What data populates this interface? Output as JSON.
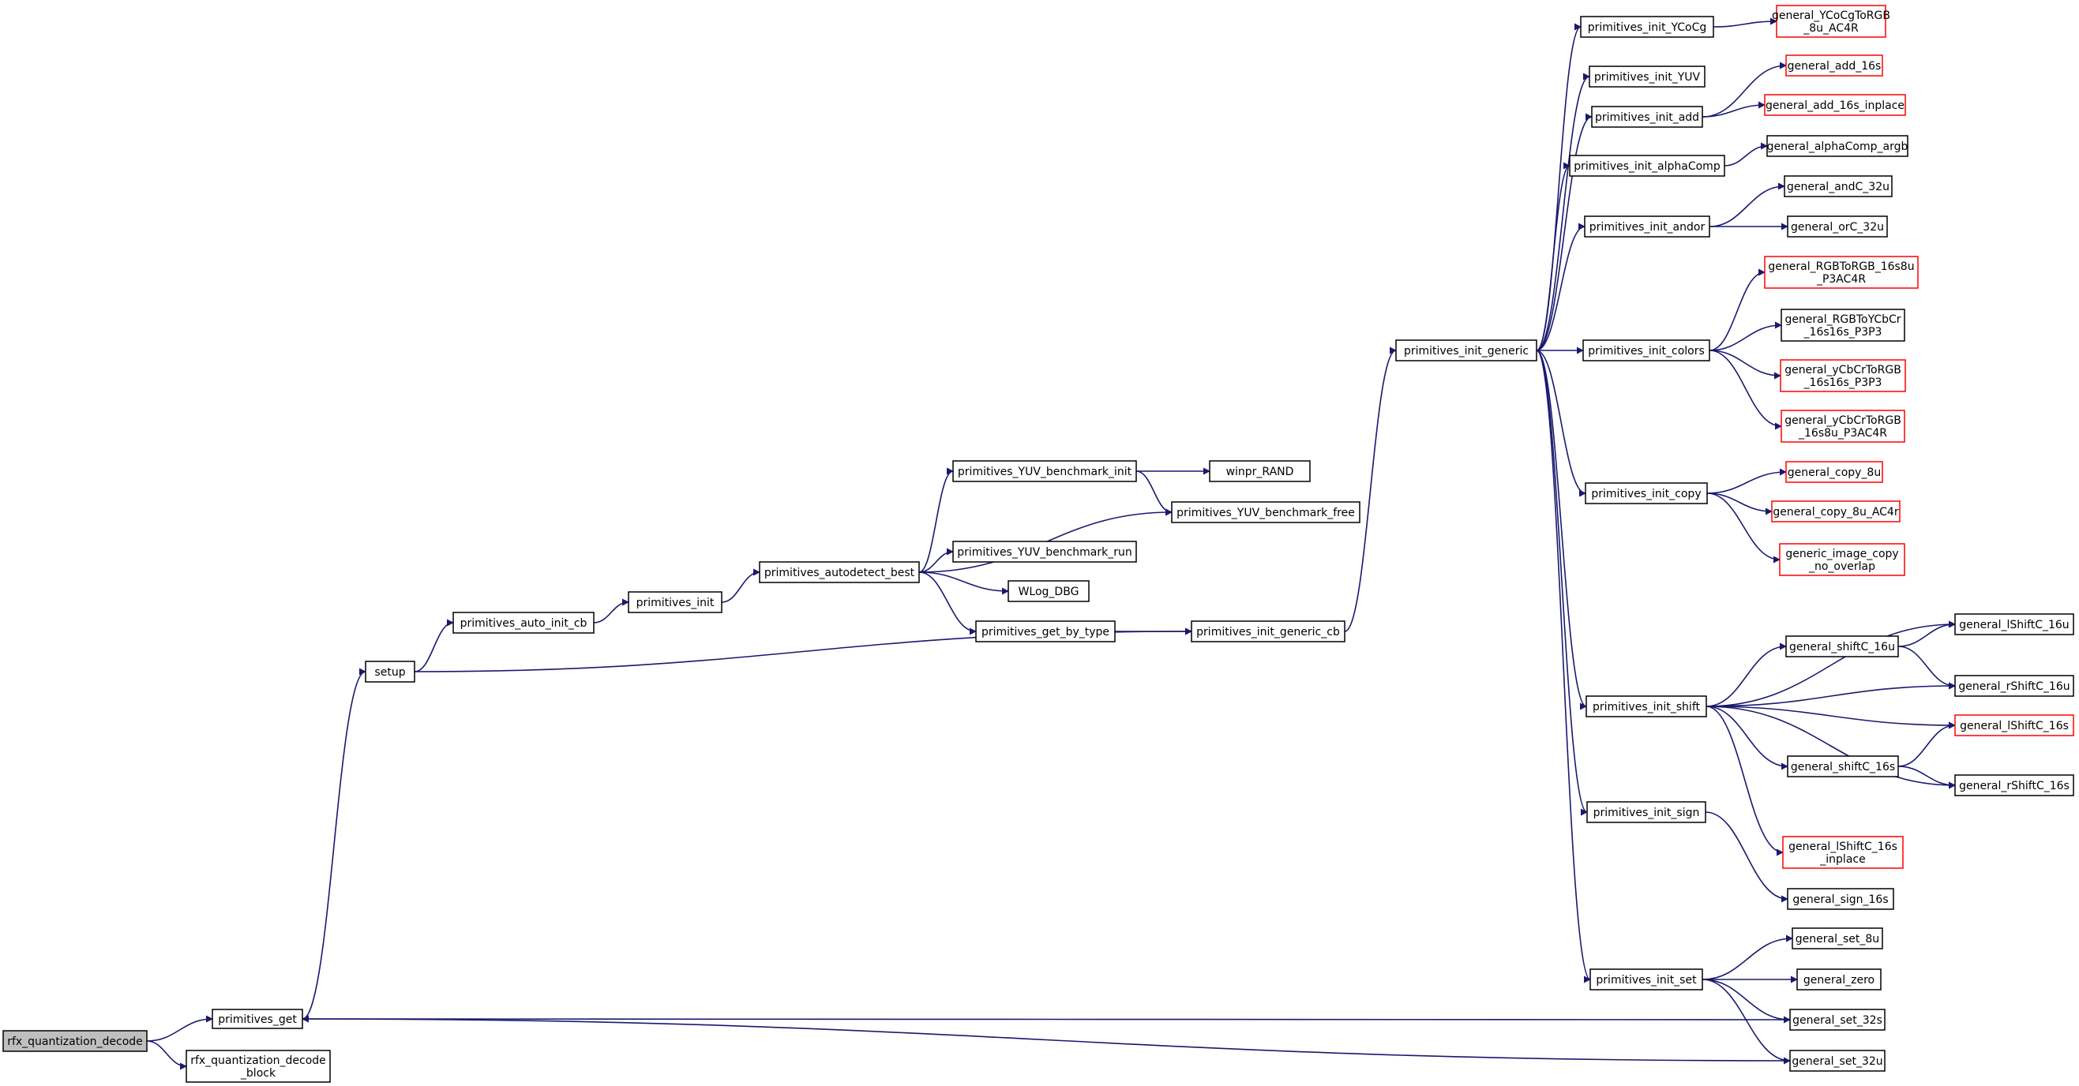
{
  "colors": {
    "edge": "#191970",
    "node_border": "#000000",
    "node_missing_border": "#ff0000",
    "node_fill": "#ffffff",
    "root_fill": "#bfbfbf"
  },
  "nodes": [
    {
      "id": "rfx_quantization_decode",
      "lines": [
        "rfx_quantization_decode"
      ],
      "style": "root"
    },
    {
      "id": "primitives_get",
      "lines": [
        "primitives_get"
      ],
      "style": "normal"
    },
    {
      "id": "rfx_quantization_decode_block",
      "lines": [
        "rfx_quantization_decode",
        "_block"
      ],
      "style": "normal"
    },
    {
      "id": "setup",
      "lines": [
        "setup"
      ],
      "style": "normal"
    },
    {
      "id": "primitives_auto_init_cb",
      "lines": [
        "primitives_auto_init_cb"
      ],
      "style": "normal"
    },
    {
      "id": "primitives_init",
      "lines": [
        "primitives_init"
      ],
      "style": "normal"
    },
    {
      "id": "primitives_autodetect_best",
      "lines": [
        "primitives_autodetect_best"
      ],
      "style": "normal"
    },
    {
      "id": "primitives_YUV_benchmark_init",
      "lines": [
        "primitives_YUV_benchmark_init"
      ],
      "style": "normal"
    },
    {
      "id": "winpr_RAND",
      "lines": [
        "winpr_RAND"
      ],
      "style": "normal"
    },
    {
      "id": "primitives_YUV_benchmark_free",
      "lines": [
        "primitives_YUV_benchmark_free"
      ],
      "style": "normal"
    },
    {
      "id": "primitives_YUV_benchmark_run",
      "lines": [
        "primitives_YUV_benchmark_run"
      ],
      "style": "normal"
    },
    {
      "id": "WLog_DBG",
      "lines": [
        "WLog_DBG"
      ],
      "style": "normal"
    },
    {
      "id": "primitives_get_by_type",
      "lines": [
        "primitives_get_by_type"
      ],
      "style": "normal"
    },
    {
      "id": "primitives_init_generic_cb",
      "lines": [
        "primitives_init_generic_cb"
      ],
      "style": "normal"
    },
    {
      "id": "primitives_init_generic",
      "lines": [
        "primitives_init_generic"
      ],
      "style": "normal"
    },
    {
      "id": "primitives_init_YCoCg",
      "lines": [
        "primitives_init_YCoCg"
      ],
      "style": "normal"
    },
    {
      "id": "general_YCoCgToRGB_8u_AC4R",
      "lines": [
        "general_YCoCgToRGB",
        "_8u_AC4R"
      ],
      "style": "missing"
    },
    {
      "id": "primitives_init_YUV",
      "lines": [
        "primitives_init_YUV"
      ],
      "style": "normal"
    },
    {
      "id": "primitives_init_add",
      "lines": [
        "primitives_init_add"
      ],
      "style": "normal"
    },
    {
      "id": "general_add_16s",
      "lines": [
        "general_add_16s"
      ],
      "style": "missing"
    },
    {
      "id": "general_add_16s_inplace",
      "lines": [
        "general_add_16s_inplace"
      ],
      "style": "missing"
    },
    {
      "id": "primitives_init_alphaComp",
      "lines": [
        "primitives_init_alphaComp"
      ],
      "style": "normal"
    },
    {
      "id": "general_alphaComp_argb",
      "lines": [
        "general_alphaComp_argb"
      ],
      "style": "normal"
    },
    {
      "id": "primitives_init_andor",
      "lines": [
        "primitives_init_andor"
      ],
      "style": "normal"
    },
    {
      "id": "general_andC_32u",
      "lines": [
        "general_andC_32u"
      ],
      "style": "normal"
    },
    {
      "id": "general_orC_32u",
      "lines": [
        "general_orC_32u"
      ],
      "style": "normal"
    },
    {
      "id": "primitives_init_colors",
      "lines": [
        "primitives_init_colors"
      ],
      "style": "normal"
    },
    {
      "id": "general_RGBToRGB_16s8u_P3AC4R",
      "lines": [
        "general_RGBToRGB_16s8u",
        "_P3AC4R"
      ],
      "style": "missing"
    },
    {
      "id": "general_RGBToYCbCr_16s16s_P3P3",
      "lines": [
        "general_RGBToYCbCr",
        "_16s16s_P3P3"
      ],
      "style": "normal"
    },
    {
      "id": "general_yCbCrToRGB_16s16s_P3P3",
      "lines": [
        "general_yCbCrToRGB",
        "_16s16s_P3P3"
      ],
      "style": "missing"
    },
    {
      "id": "general_yCbCrToRGB_16s8u_P3AC4R",
      "lines": [
        "general_yCbCrToRGB",
        "_16s8u_P3AC4R"
      ],
      "style": "missing"
    },
    {
      "id": "primitives_init_copy",
      "lines": [
        "primitives_init_copy"
      ],
      "style": "normal"
    },
    {
      "id": "general_copy_8u",
      "lines": [
        "general_copy_8u"
      ],
      "style": "missing"
    },
    {
      "id": "general_copy_8u_AC4r",
      "lines": [
        "general_copy_8u_AC4r"
      ],
      "style": "missing"
    },
    {
      "id": "generic_image_copy_no_overlap",
      "lines": [
        "generic_image_copy",
        "_no_overlap"
      ],
      "style": "missing"
    },
    {
      "id": "primitives_init_shift",
      "lines": [
        "primitives_init_shift"
      ],
      "style": "normal"
    },
    {
      "id": "general_shiftC_16u",
      "lines": [
        "general_shiftC_16u"
      ],
      "style": "normal"
    },
    {
      "id": "general_lShiftC_16u",
      "lines": [
        "general_lShiftC_16u"
      ],
      "style": "normal"
    },
    {
      "id": "general_rShiftC_16u",
      "lines": [
        "general_rShiftC_16u"
      ],
      "style": "normal"
    },
    {
      "id": "general_lShiftC_16s",
      "lines": [
        "general_lShiftC_16s"
      ],
      "style": "missing"
    },
    {
      "id": "general_shiftC_16s",
      "lines": [
        "general_shiftC_16s"
      ],
      "style": "normal"
    },
    {
      "id": "general_rShiftC_16s",
      "lines": [
        "general_rShiftC_16s"
      ],
      "style": "normal"
    },
    {
      "id": "general_lShiftC_16s_inplace",
      "lines": [
        "general_lShiftC_16s",
        "_inplace"
      ],
      "style": "missing"
    },
    {
      "id": "primitives_init_sign",
      "lines": [
        "primitives_init_sign"
      ],
      "style": "normal"
    },
    {
      "id": "general_sign_16s",
      "lines": [
        "general_sign_16s"
      ],
      "style": "normal"
    },
    {
      "id": "primitives_init_set",
      "lines": [
        "primitives_init_set"
      ],
      "style": "normal"
    },
    {
      "id": "general_set_8u",
      "lines": [
        "general_set_8u"
      ],
      "style": "normal"
    },
    {
      "id": "general_zero",
      "lines": [
        "general_zero"
      ],
      "style": "normal"
    },
    {
      "id": "general_set_32s",
      "lines": [
        "general_set_32s"
      ],
      "style": "normal"
    },
    {
      "id": "general_set_32u",
      "lines": [
        "general_set_32u"
      ],
      "style": "normal"
    }
  ],
  "edges": [
    [
      "rfx_quantization_decode",
      "primitives_get"
    ],
    [
      "rfx_quantization_decode",
      "rfx_quantization_decode_block"
    ],
    [
      "primitives_get",
      "setup"
    ],
    [
      "setup",
      "primitives_auto_init_cb"
    ],
    [
      "setup",
      "primitives_init_generic_cb"
    ],
    [
      "primitives_auto_init_cb",
      "primitives_init"
    ],
    [
      "primitives_init",
      "primitives_autodetect_best"
    ],
    [
      "primitives_autodetect_best",
      "primitives_YUV_benchmark_init"
    ],
    [
      "primitives_autodetect_best",
      "primitives_YUV_benchmark_free"
    ],
    [
      "primitives_autodetect_best",
      "primitives_YUV_benchmark_run"
    ],
    [
      "primitives_autodetect_best",
      "WLog_DBG"
    ],
    [
      "primitives_autodetect_best",
      "primitives_get_by_type"
    ],
    [
      "primitives_YUV_benchmark_init",
      "winpr_RAND"
    ],
    [
      "primitives_YUV_benchmark_init",
      "primitives_YUV_benchmark_free"
    ],
    [
      "primitives_get_by_type",
      "primitives_init_generic_cb"
    ],
    [
      "primitives_init_generic_cb",
      "primitives_init_generic"
    ],
    [
      "primitives_init_generic",
      "primitives_init_YCoCg"
    ],
    [
      "primitives_init_generic",
      "primitives_init_YUV"
    ],
    [
      "primitives_init_generic",
      "primitives_init_add"
    ],
    [
      "primitives_init_generic",
      "primitives_init_alphaComp"
    ],
    [
      "primitives_init_generic",
      "primitives_init_andor"
    ],
    [
      "primitives_init_generic",
      "primitives_init_colors"
    ],
    [
      "primitives_init_generic",
      "primitives_init_copy"
    ],
    [
      "primitives_init_generic",
      "primitives_init_shift"
    ],
    [
      "primitives_init_generic",
      "primitives_init_sign"
    ],
    [
      "primitives_init_generic",
      "primitives_init_set"
    ],
    [
      "primitives_init_YCoCg",
      "general_YCoCgToRGB_8u_AC4R"
    ],
    [
      "primitives_init_add",
      "general_add_16s"
    ],
    [
      "primitives_init_add",
      "general_add_16s_inplace"
    ],
    [
      "primitives_init_alphaComp",
      "general_alphaComp_argb"
    ],
    [
      "primitives_init_andor",
      "general_andC_32u"
    ],
    [
      "primitives_init_andor",
      "general_orC_32u"
    ],
    [
      "primitives_init_colors",
      "general_RGBToRGB_16s8u_P3AC4R"
    ],
    [
      "primitives_init_colors",
      "general_RGBToYCbCr_16s16s_P3P3"
    ],
    [
      "primitives_init_colors",
      "general_yCbCrToRGB_16s16s_P3P3"
    ],
    [
      "primitives_init_colors",
      "general_yCbCrToRGB_16s8u_P3AC4R"
    ],
    [
      "primitives_init_copy",
      "general_copy_8u"
    ],
    [
      "primitives_init_copy",
      "general_copy_8u_AC4r"
    ],
    [
      "primitives_init_copy",
      "generic_image_copy_no_overlap"
    ],
    [
      "primitives_init_shift",
      "general_lShiftC_16u"
    ],
    [
      "primitives_init_shift",
      "general_shiftC_16u"
    ],
    [
      "primitives_init_shift",
      "general_rShiftC_16u"
    ],
    [
      "primitives_init_shift",
      "general_lShiftC_16s"
    ],
    [
      "primitives_init_shift",
      "general_shiftC_16s"
    ],
    [
      "primitives_init_shift",
      "general_rShiftC_16s"
    ],
    [
      "primitives_init_shift",
      "general_lShiftC_16s_inplace"
    ],
    [
      "general_shiftC_16u",
      "general_lShiftC_16u"
    ],
    [
      "general_shiftC_16u",
      "general_rShiftC_16u"
    ],
    [
      "general_shiftC_16s",
      "general_lShiftC_16s"
    ],
    [
      "general_shiftC_16s",
      "general_rShiftC_16s"
    ],
    [
      "primitives_init_sign",
      "general_sign_16s"
    ],
    [
      "primitives_init_set",
      "general_set_8u"
    ],
    [
      "primitives_init_set",
      "general_zero"
    ],
    [
      "primitives_init_set",
      "general_set_32s"
    ],
    [
      "primitives_init_set",
      "general_set_32u"
    ],
    [
      "general_set_32s",
      "primitives_get"
    ],
    [
      "general_set_32u",
      "primitives_get"
    ]
  ]
}
